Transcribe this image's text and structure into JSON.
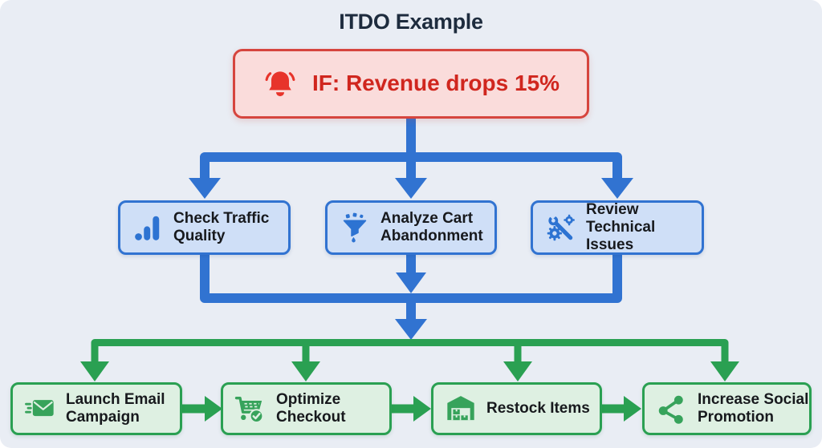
{
  "title": "ITDO Example",
  "trigger": {
    "label": "IF: Revenue drops 15%",
    "lines": [
      "IF: Revenue drops 15%"
    ],
    "icon": "bell-alert-icon"
  },
  "diagnostics": [
    {
      "label": "Check Traffic Quality",
      "lines": [
        "Check Traffic",
        "Quality"
      ],
      "icon": "analytics-bars-icon"
    },
    {
      "label": "Analyze Cart Abandonment",
      "lines": [
        "Analyze Cart",
        "Abandonment"
      ],
      "icon": "funnel-icon"
    },
    {
      "label": "Review Technical Issues",
      "lines": [
        "Review",
        "Technical Issues"
      ],
      "icon": "wrench-gear-icon"
    }
  ],
  "actions": [
    {
      "label": "Launch Email Campaign",
      "lines": [
        "Launch Email",
        "Campaign"
      ],
      "icon": "email-send-icon"
    },
    {
      "label": "Optimize Checkout",
      "lines": [
        "Optimize",
        "Checkout"
      ],
      "icon": "cart-check-icon"
    },
    {
      "label": "Restock Items",
      "lines": [
        "Restock Items"
      ],
      "icon": "warehouse-icon"
    },
    {
      "label": "Increase Social Promotion",
      "lines": [
        "Increase Social",
        "Promotion"
      ],
      "icon": "share-nodes-icon"
    }
  ],
  "colors": {
    "background": "#e9edf4",
    "title_text": "#1e2c3e",
    "trigger_border": "#d6453e",
    "trigger_fill": "#fadcdb",
    "trigger_text": "#d0261e",
    "trigger_icon": "#e7342b",
    "diagnostic_border": "#3173d1",
    "diagnostic_fill": "#cfdff7",
    "diagnostic_icon": "#2d73d2",
    "action_border": "#2aa052",
    "action_fill": "#def0e2",
    "action_icon": "#37a35b",
    "node_text": "#17191d"
  }
}
